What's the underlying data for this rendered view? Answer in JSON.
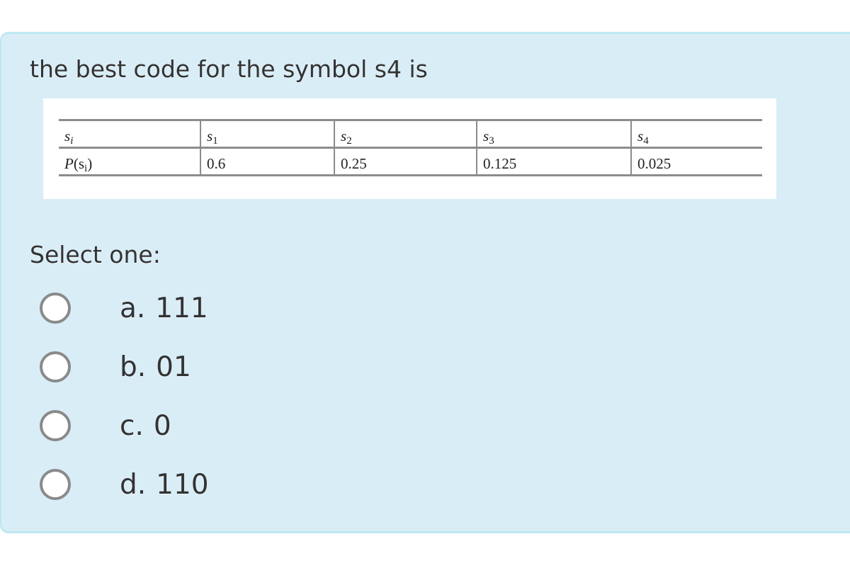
{
  "question": {
    "text": "the best code for the symbol s4 is"
  },
  "table": {
    "row_header_symbol": {
      "base": "s",
      "sub": "i"
    },
    "row_header_prob": {
      "fn": "P",
      "open": "(",
      "base": "s",
      "sub": "i",
      "close": ")"
    },
    "columns": [
      {
        "symbol_base": "s",
        "symbol_sub": "1",
        "probability": "0.6"
      },
      {
        "symbol_base": "s",
        "symbol_sub": "2",
        "probability": "0.25"
      },
      {
        "symbol_base": "s",
        "symbol_sub": "3",
        "probability": "0.125"
      },
      {
        "symbol_base": "s",
        "symbol_sub": "4",
        "probability": "0.025"
      }
    ]
  },
  "prompt": {
    "select_label": "Select one:"
  },
  "options": [
    {
      "letter": "a.",
      "value": "111",
      "selected": false
    },
    {
      "letter": "b.",
      "value": "01",
      "selected": false
    },
    {
      "letter": "c.",
      "value": "0",
      "selected": false
    },
    {
      "letter": "d.",
      "value": "110",
      "selected": false
    }
  ],
  "colors": {
    "panel_bg": "#d9edf7",
    "panel_border": "#bce8f1",
    "text": "#333333",
    "radio_border": "#8a8a8a",
    "table_rule": "#8c8c8c"
  }
}
